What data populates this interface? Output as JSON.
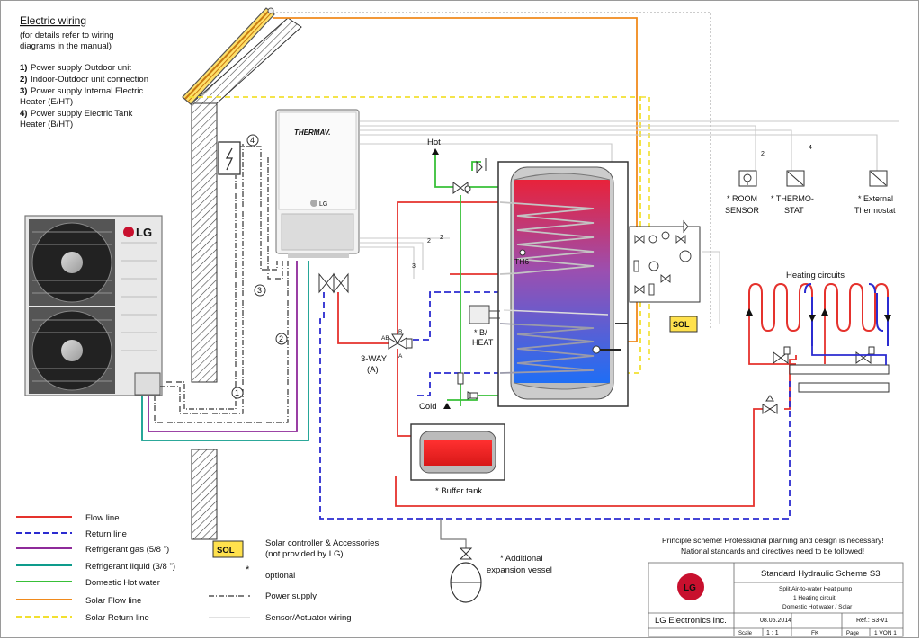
{
  "wiring_box": {
    "title": "Electric wiring",
    "note": [
      "(for details refer to wiring",
      "diagrams in the manual)"
    ],
    "items": [
      {
        "num": "1)",
        "text": "Power supply Outdoor unit"
      },
      {
        "num": "2)",
        "text": "Indoor-Outdoor unit connection"
      },
      {
        "num": "3)",
        "text": "Power supply Internal Electric",
        "text2": "Heater (E/HT)"
      },
      {
        "num": "4)",
        "text": "Power supply Electric Tank",
        "text2": "Heater (B/HT)"
      }
    ]
  },
  "units": {
    "outdoor_brand": "LG",
    "indoor_brand": "THERMAV.",
    "indoor_logo": "LG"
  },
  "labels": {
    "hot": "Hot",
    "cold": "Cold",
    "th6": "TH6",
    "b_heat": [
      "* B/",
      "HEAT"
    ],
    "three_way": [
      "3-WAY",
      "(A)"
    ],
    "port_ab": "AB",
    "port_b": "B",
    "port_a": "A",
    "buffer_tank": "* Buffer tank",
    "expansion": [
      "* Additional",
      "expansion vessel"
    ],
    "heating_circuits": "Heating circuits",
    "room_sensor": [
      "* ROOM",
      "SENSOR"
    ],
    "thermostat": [
      "* THERMO-",
      "STAT"
    ],
    "ext_thermostat": [
      "* External",
      "Thermostat"
    ],
    "sol": "SOL",
    "wire_nums": {
      "w1": "1",
      "w2": "2",
      "w3": "3",
      "w4": "4",
      "s2": "2",
      "s4": "4",
      "s2b": "2",
      "s2c": "2",
      "s3": "3"
    }
  },
  "legend": {
    "left": [
      {
        "label": "Flow line",
        "color": "#e5322d",
        "style": "solid"
      },
      {
        "label": "Return line",
        "color": "#2b2bd0",
        "style": "dashed"
      },
      {
        "label": "Refrigerant gas (5/8 \")",
        "color": "#8e2a9a",
        "style": "solid"
      },
      {
        "label": "Refrigerant  liquid (3/8 \")",
        "color": "#0e9c8c",
        "style": "solid"
      },
      {
        "label": "Domestic Hot water",
        "color": "#38c038",
        "style": "solid"
      },
      {
        "label": "Solar Flow line",
        "color": "#f08a1c",
        "style": "solid"
      },
      {
        "label": "Solar Return line",
        "color": "#f2e030",
        "style": "dashed"
      }
    ],
    "sol_text": [
      "Solar controller & Accessories",
      "(not provided by LG)"
    ],
    "optional_mark": "*",
    "optional": "optional",
    "power": "Power supply",
    "sensor": "Sensor/Actuator wiring"
  },
  "disclaimer": [
    "Principle scheme! Professional planning and design is necessary!",
    "National standards and directives need to be followed!"
  ],
  "title_block": {
    "title": "Standard Hydraulic Scheme S3",
    "desc": [
      "Split Air-to-water Heat pump",
      "1 Heating circuit",
      "Domestic Hot water / Solar"
    ],
    "company": "LG Electronics Inc.",
    "logo": "LG",
    "date": "08.05.2014",
    "ref": "Ref.: S3-v1",
    "scale_label": "Scale",
    "scale": "1 : 1",
    "fk": "FK",
    "page_label": "Page",
    "page": "1 VON 1"
  },
  "colors": {
    "flow": "#e5322d",
    "return": "#2b2bd0",
    "gas": "#8e2a9a",
    "liquid": "#0e9c8c",
    "dhw": "#38c038",
    "solar_flow": "#f08a1c",
    "solar_return": "#f2e030"
  }
}
